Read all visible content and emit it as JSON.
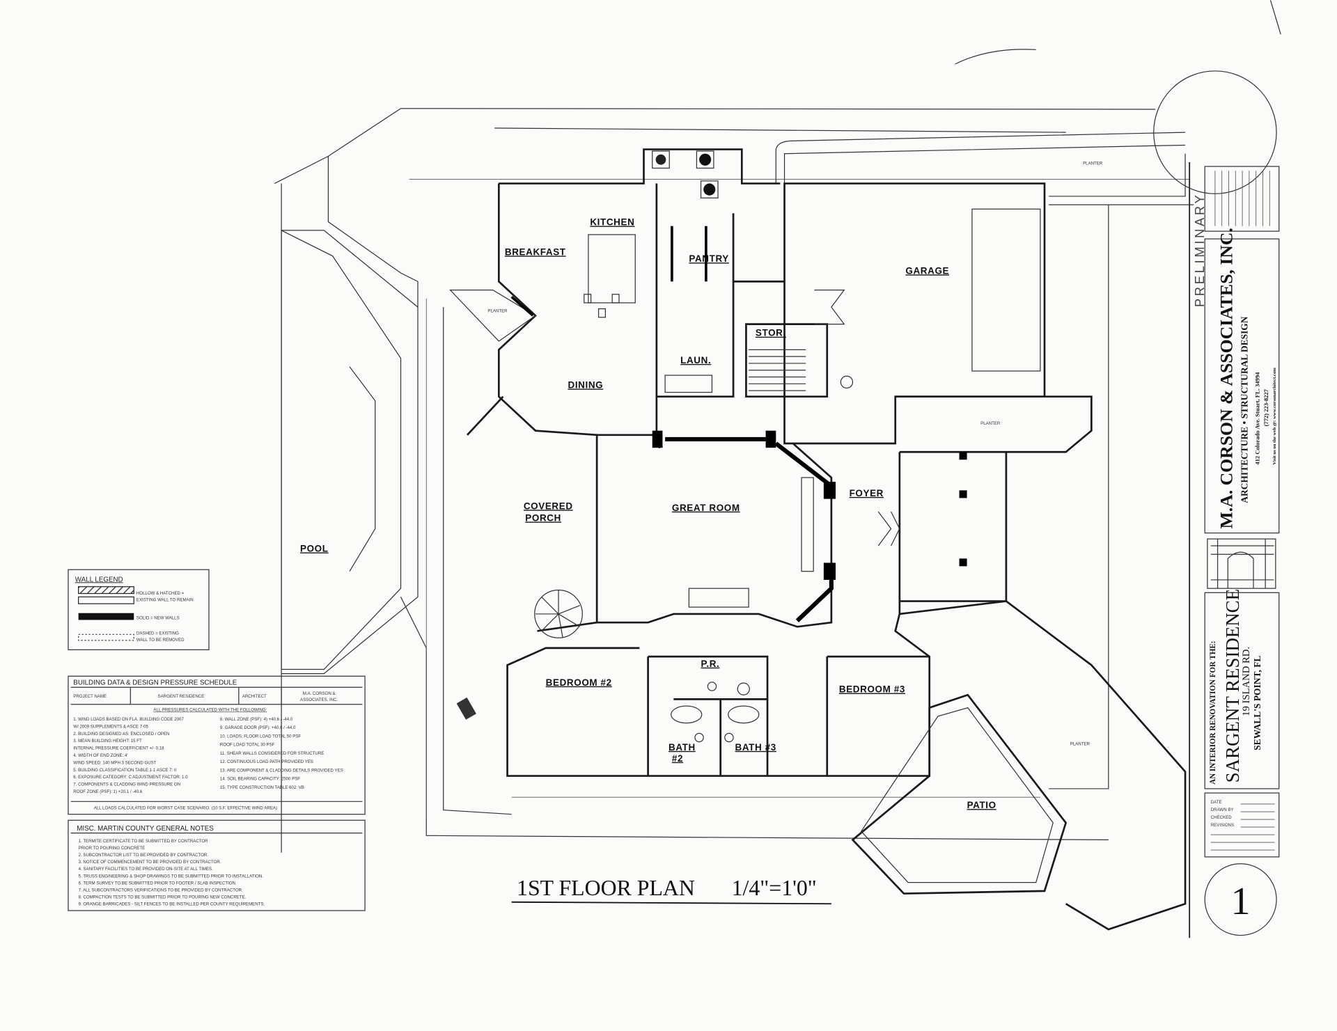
{
  "drawing": {
    "title": "1ST FLOOR PLAN",
    "scale": "1/4\"=1'0\"",
    "stamp": "PRELIMINARY"
  },
  "rooms": {
    "breakfast": "BREAKFAST",
    "kitchen": "KITCHEN",
    "pantry": "PANTRY",
    "garage": "GARAGE",
    "storage": "STOR.",
    "laundry": "LAUN.",
    "dining": "DINING",
    "great_room": "GREAT ROOM",
    "foyer": "FOYER",
    "covered_porch_1": "COVERED",
    "covered_porch_2": "PORCH",
    "pool": "POOL",
    "bedroom2": "BEDROOM #2",
    "powder_room": "P.R.",
    "bedroom3": "BEDROOM #3",
    "bath2_1": "BATH",
    "bath2_2": "#2",
    "bath3": "BATH #3",
    "patio": "PATIO",
    "planter": "PLANTER"
  },
  "legend": {
    "title": "WALL LEGEND",
    "items": [
      {
        "line1": "HOLLOW & HATCHED =",
        "line2": "EXISTING WALL TO REMAIN"
      },
      {
        "line1": "SOLID = NEW WALLS",
        "line2": ""
      },
      {
        "line1": "DASHED = EXISTING",
        "line2": "WALL TO BE REMOVED"
      }
    ]
  },
  "building_data": {
    "title": "BUILDING DATA & DESIGN PRESSURE SCHEDULE",
    "project_name_label": "PROJECT NAME",
    "project_name": "SARGENT RESIDENCE",
    "architect_label": "ARCHITECT",
    "architect_1": "M.A. CORSON &",
    "architect_2": "ASSOCIATES, INC.",
    "subtitle": "ALL PRESSURES CALCULATED WITH THE FOLLOWING:",
    "left_items": [
      "1. WIND LOADS BASED ON FLA. BUILDING CODE 2007",
      "   W/ 2009 SUPPLEMENTS & ASCE 7-05",
      "2. BUILDING DESIGNED AS: ENCLOSED / OPEN",
      "3. MEAN BUILDING HEIGHT: 15 FT",
      "   INTERNAL PRESSURE COEFFICIENT +/- 0.18",
      "4. WIDTH OF END ZONE: 4'",
      "   WIND SPEED: 140 MPH 3 SECOND GUST",
      "5. BUILDING CLASSIFICATION TABLE 1-1 ASCE 7: II",
      "6. EXPOSURE CATEGORY: C  ADJUSTMENT FACTOR: 1.0",
      "7. COMPONENTS & CLADDING WIND PRESSURE ON",
      "   ROOF ZONE (PSF): 1) +20.1 / -40.6"
    ],
    "right_items": [
      "8. WALL ZONE (PSF): 4) +40.6 / -44.0",
      "9. GARAGE DOOR (PSF): +40.0 / -44.0",
      "10. LOADS: FLOOR LOAD TOTAL 50 PSF",
      "    ROOF LOAD TOTAL 30 PSF",
      "11. SHEAR WALLS CONSIDERED FOR STRUCTURE",
      "12. CONTINUOUS LOAD PATH PROVIDED YES",
      "13. ARE COMPONENT & CLADDING DETAILS PROVIDED YES",
      "14. SOIL BEARING CAPACITY: 2500 PSF",
      "15. TYPE CONSTRUCTION TABLE 602: VB"
    ],
    "footer": "ALL LOADS CALCULATED FOR WORST CASE SCENARIO. (10 S.F. EFFECTIVE WIND AREA)"
  },
  "general_notes": {
    "title": "MISC. MARTIN COUNTY GENERAL NOTES",
    "items": [
      "1. TERMITE CERTIFICATE TO BE SUBMITTED BY CONTRACTOR",
      "   PRIOR TO POURING CONCRETE",
      "2. SUBCONTRACTOR LIST TO BE PROVIDED BY CONTRACTOR.",
      "3. NOTICE OF COMMENCEMENT TO BE PROVIDED BY CONTRACTOR.",
      "4. SANITARY FACILITIES TO BE PROVIDED ON-SITE AT ALL TIMES.",
      "5. TRUSS ENGINEERING & SHOP DRAWINGS TO BE SUBMITTED PRIOR TO INSTALLATION.",
      "6. TERM SURVEY TO BE SUBMITTED PRIOR TO FOOTER / SLAB INSPECTION.",
      "7. ALL SUBCONTRACTORS VERIFICATIONS TO BE PROVIDED BY CONTRACTOR.",
      "8. COMPACTION TESTS TO BE SUBMITTED PRIOR TO POURING NEW CONCRETE.",
      "9. ORANGE BARRICADES - SILT FENCES TO BE INSTALLED PER COUNTY REQUIREMENTS."
    ]
  },
  "title_block": {
    "firm": "M.A. CORSON & ASSOCIATES, INC.",
    "services": "ARCHITECTURE  •  STRUCTURAL DESIGN",
    "address": "412 Colorado Ave.  Stuart, FL. 34994",
    "phone": "(772) 223-8227",
    "web": "Visit us on the web @: www.corsonarchitect.com",
    "project_intro": "AN INTERIOR RENOVATION FOR THE:",
    "project_name": "SARGENT RESIDENCE",
    "project_street": "19 ISLAND RD.",
    "project_city": "SEWALL'S POINT, FL",
    "date_label": "DATE",
    "drawn_label": "DRAWN BY",
    "checked_label": "CHECKED",
    "revisions_label": "REVISIONS",
    "sheet_number": "1"
  }
}
